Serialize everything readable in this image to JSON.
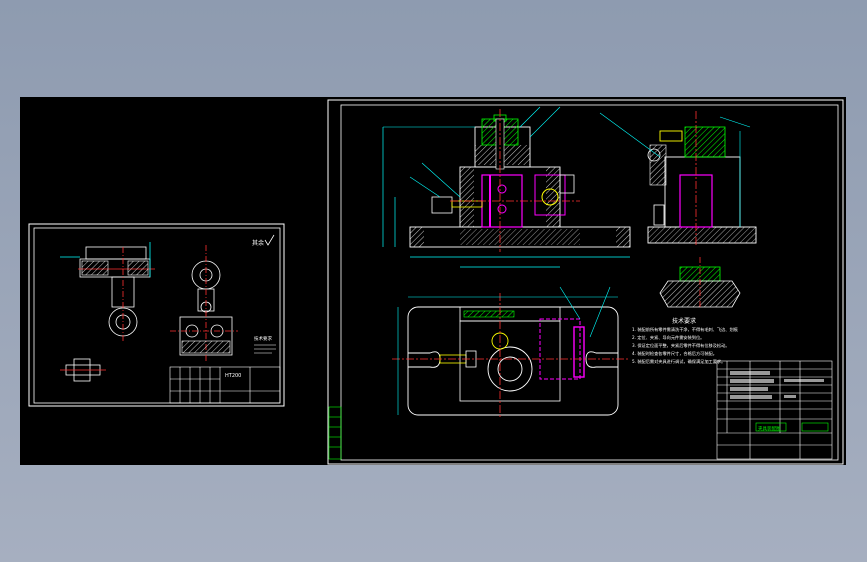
{
  "window": {
    "title": "CAD drawing viewer"
  },
  "left_sheet": {
    "title_cell": "HT200",
    "roughness_mark": "其余",
    "tech_note_title": "技术要求"
  },
  "right_sheet": {
    "notes_title": "技术要求",
    "notes": [
      "1. 装配前所有零件需清洗干净，不得有毛刺、飞边、划痕",
      "2. 定位、夹紧、导向元件需安装到位。",
      "3. 保证定位面平整，夹紧后零件不得有位移及松动。",
      "4. 装配时检查各零件尺寸，合格后方可装配。",
      "5. 装配后需对夹具进行调试，确保满足加工要求。"
    ],
    "title_block_text": "夹具装配图"
  },
  "colors": {
    "background": "#000000",
    "line": "#ffffff",
    "centerline": "#ff3030",
    "hatch": "#00ff00",
    "part": "#ff00ff",
    "dim": "#00ffff",
    "yellow": "#ffff00"
  }
}
